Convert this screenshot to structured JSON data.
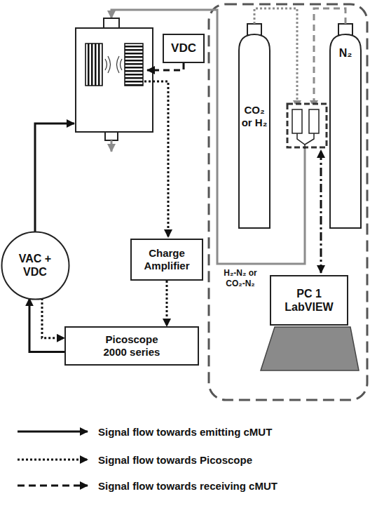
{
  "diagram": {
    "nodes": [
      {
        "text": [
          "VDC"
        ]
      },
      {
        "text": [
          "CO₂ or H₂"
        ]
      },
      {
        "text": [
          "N₂"
        ]
      },
      {
        "text": [
          "VAC + VDC"
        ]
      },
      {
        "text": [
          "Charge Amplifier"
        ]
      },
      {
        "text": [
          "PC 1",
          "LabVIEW"
        ]
      },
      {
        "text": [
          "Picoscope 2000 series"
        ]
      }
    ],
    "edges": [
      {
        "from": 6,
        "to": 3,
        "arrow": "to"
      },
      {
        "from": 3,
        "to": 6,
        "arrow": "to"
      },
      {
        "from": 4,
        "to": 6,
        "arrow": "to"
      }
    ],
    "labels": [
      "H₂-N₂ or CO₂-N₂"
    ],
    "legend": [
      {
        "text": "Signal flow towards emitting cMUT"
      },
      {
        "text": "Signal flow towards Picoscope"
      },
      {
        "text": "Signal flow towards receiving cMUT"
      }
    ]
  }
}
